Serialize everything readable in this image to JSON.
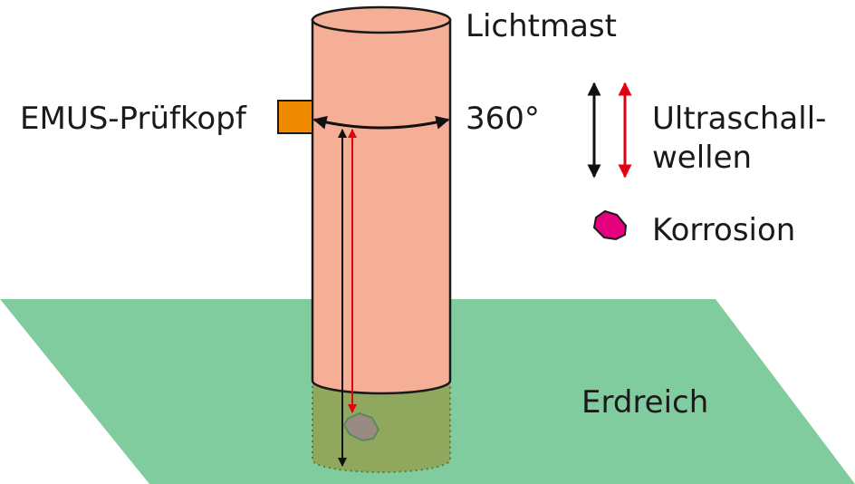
{
  "labels": {
    "pole": "Lichtmast",
    "probe": "EMUS-Prüfkopf",
    "rotation": "360°",
    "waves_line1": "Ultraschall-",
    "waves_line2": "wellen",
    "corrosion": "Korrosion",
    "soil": "Erdreich"
  },
  "colors": {
    "pole_fill": "#f5af97",
    "pole_stroke": "#1a1a1a",
    "ground_fill": "#80cc9f",
    "buried_fill": "#8fa85e",
    "buried_stroke": "#5a7a3a",
    "probe_fill": "#f08a00",
    "wave_black": "#111111",
    "wave_red": "#e3000f",
    "corrosion_legend_fill": "#e6007e",
    "corrosion_buried_fill": "#9a8a84",
    "corrosion_buried_stroke": "#5a8a5a"
  },
  "icons": {
    "probe": "orange-square-probe-icon",
    "corrosion": "octagon-corrosion-icon",
    "waves": "double-headed-arrow-icon"
  }
}
